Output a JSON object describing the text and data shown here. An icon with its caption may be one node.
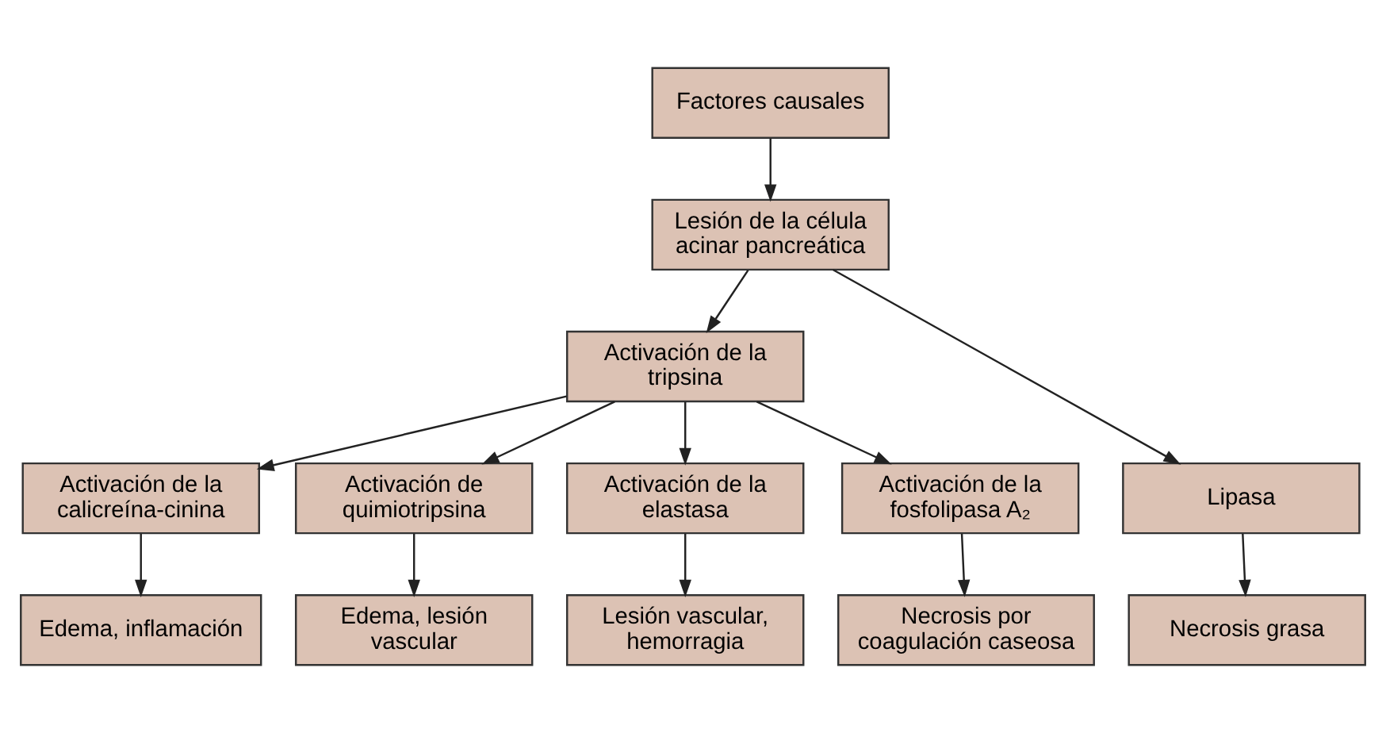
{
  "diagram": {
    "nodes": [
      {
        "text": [
          "Factores causales"
        ]
      },
      {
        "text": [
          "Lesión de la célula acinar pancreática"
        ]
      },
      {
        "text": [
          "Activación de la tripsina"
        ]
      },
      {
        "text": [
          "Activación de la calicreína-cinina"
        ]
      },
      {
        "text": [
          "Activación de quimiotripsina"
        ]
      },
      {
        "text": [
          "Activación de la elastasa"
        ]
      },
      {
        "text": [
          "Activación de la fosfolipasa A₂"
        ]
      },
      {
        "text": [
          "Lipasa"
        ]
      },
      {
        "text": [
          "Edema, inflamación"
        ]
      },
      {
        "text": [
          "Edema, lesión vascular"
        ]
      },
      {
        "text": [
          "Lesión vascular, hemorragia"
        ]
      },
      {
        "text": [
          "Necrosis por coagulación caseosa"
        ]
      },
      {
        "text": [
          "Necrosis grasa"
        ]
      }
    ],
    "edges": [
      {
        "from": 0,
        "to": 1,
        "arrow": "to"
      },
      {
        "from": 1,
        "to": 2,
        "arrow": "to"
      },
      {
        "from": 1,
        "to": 7,
        "arrow": "to"
      },
      {
        "from": 2,
        "to": 3,
        "arrow": "to"
      },
      {
        "from": 2,
        "to": 4,
        "arrow": "to"
      },
      {
        "from": 2,
        "to": 5,
        "arrow": "to"
      },
      {
        "from": 2,
        "to": 6,
        "arrow": "to"
      },
      {
        "from": 3,
        "to": 8,
        "arrow": "to"
      },
      {
        "from": 4,
        "to": 9,
        "arrow": "to"
      },
      {
        "from": 5,
        "to": 10,
        "arrow": "to"
      },
      {
        "from": 6,
        "to": 11,
        "arrow": "to"
      },
      {
        "from": 7,
        "to": 12,
        "arrow": "to"
      }
    ]
  }
}
